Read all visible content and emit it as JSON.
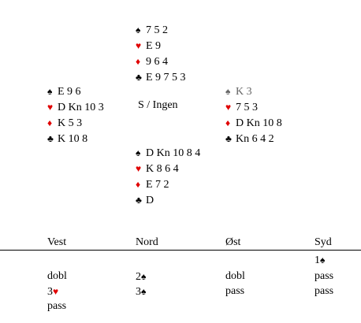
{
  "deal": {
    "info": "S / Ingen",
    "north": {
      "spades": "7 5 2",
      "hearts": "E 9",
      "diamonds": "9 6 4",
      "clubs": "E 9 7 5 3"
    },
    "west": {
      "spades": "E 9 6",
      "hearts": "D Kn 10 3",
      "diamonds": "K 5 3",
      "clubs": "K 10 8"
    },
    "east": {
      "spades": "K 3",
      "hearts": "7 5 3",
      "diamonds": "D Kn 10 8",
      "clubs": "Kn 6 4 2"
    },
    "south": {
      "spades": "D Kn 10 8 4",
      "hearts": "K 8 6 4",
      "diamonds": "E 7 2",
      "clubs": "D"
    }
  },
  "suits": {
    "spade": "♠",
    "heart": "♥",
    "diamond": "♦",
    "club": "♣"
  },
  "colors": {
    "red": "#e00000",
    "black": "#000000"
  },
  "auction": {
    "headers": [
      "Vest",
      "Nord",
      "Øst",
      "Syd"
    ],
    "rows": [
      {
        "syd": {
          "level": "1",
          "suit": "♠"
        }
      },
      {
        "vest": "dobl",
        "nord": {
          "level": "2",
          "suit": "♠"
        },
        "ost": "dobl",
        "syd": "pass"
      },
      {
        "vest": {
          "level": "3",
          "suit": "♥"
        },
        "nord": {
          "level": "3",
          "suit": "♠"
        },
        "ost": "pass",
        "syd": "pass"
      },
      {
        "vest": "pass"
      }
    ]
  }
}
